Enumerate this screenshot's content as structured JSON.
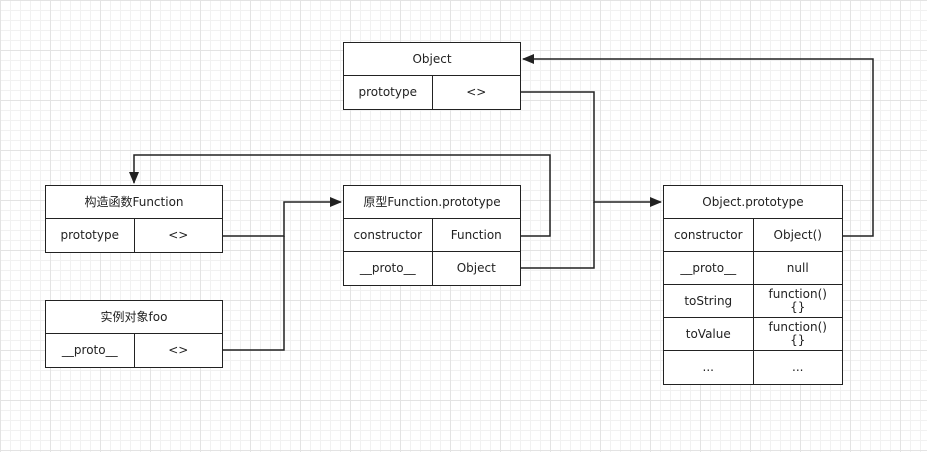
{
  "boxes": {
    "object": {
      "title": "Object",
      "rows": [
        {
          "key": "prototype",
          "value": "<>"
        }
      ]
    },
    "function_constructor": {
      "title": "构造函数Function",
      "rows": [
        {
          "key": "prototype",
          "value": "<>"
        }
      ]
    },
    "function_prototype": {
      "title": "原型Function.prototype",
      "rows": [
        {
          "key": "constructor",
          "value": "Function"
        },
        {
          "key": "__proto__",
          "value": "Object"
        }
      ]
    },
    "instance_foo": {
      "title": "实例对象foo",
      "rows": [
        {
          "key": "__proto__",
          "value": "<>"
        }
      ]
    },
    "object_prototype": {
      "title": "Object.prototype",
      "rows": [
        {
          "key": "constructor",
          "value": "Object()"
        },
        {
          "key": "__proto__",
          "value": "null"
        },
        {
          "key": "toString",
          "value": "function()\n{}"
        },
        {
          "key": "toValue",
          "value": "function()\n{}"
        },
        {
          "key": "...",
          "value": "..."
        }
      ]
    }
  },
  "colors": {
    "line": "#222222",
    "border": "#222222"
  }
}
